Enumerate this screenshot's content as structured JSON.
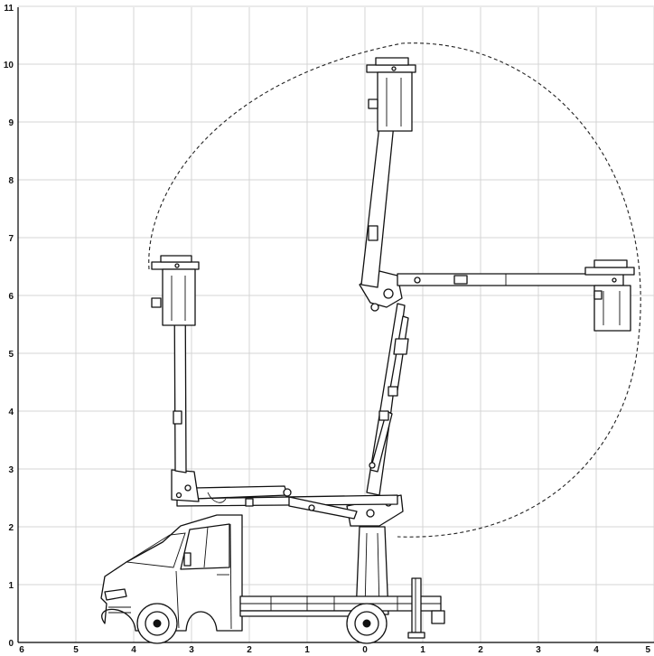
{
  "axes": {
    "x_ticks": [
      "6",
      "5",
      "4",
      "3",
      "2",
      "1",
      "0",
      "1",
      "2",
      "3",
      "4",
      "5"
    ],
    "y_ticks": [
      "0",
      "1",
      "2",
      "3",
      "4",
      "5",
      "6",
      "7",
      "8",
      "9",
      "10",
      "11"
    ]
  },
  "colors": {
    "grid": "#d4d4d4",
    "ink": "#111111",
    "background": "#ffffff"
  },
  "icons": {
    "vehicle": "truck-icon",
    "lift": "boom-lift-icon",
    "basket": "work-basket-icon",
    "envelope": "reach-envelope"
  }
}
